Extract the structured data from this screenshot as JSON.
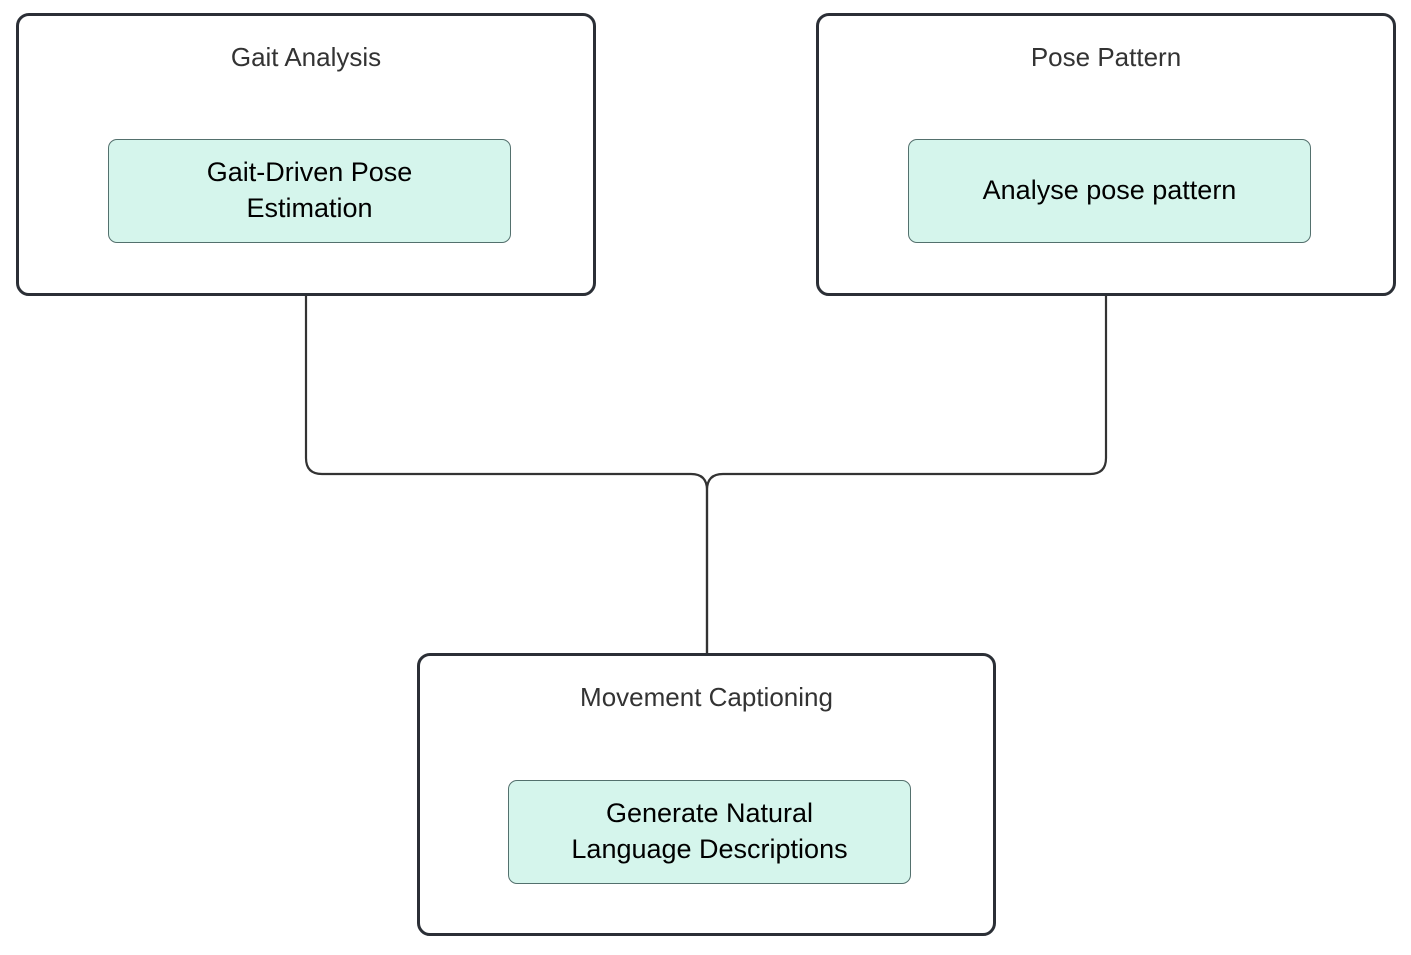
{
  "diagram": {
    "type": "flowchart",
    "direction": "top-down",
    "background_color": "#ffffff",
    "cluster_border_color": "#2b2f36",
    "cluster_fill_color": "#ffffff",
    "node_fill_color": "#d5f5ec",
    "node_border_color": "#53706d",
    "title_text_color": "#333333",
    "node_text_color": "#000000",
    "edge_color": "#333333"
  },
  "clusters": [
    {
      "id": "gait-analysis",
      "title": "Gait Analysis",
      "node": {
        "id": "gait-driven-pose-estimation",
        "label": "Gait-Driven Pose\nEstimation"
      }
    },
    {
      "id": "pose-pattern",
      "title": "Pose Pattern",
      "node": {
        "id": "analyse-pose-pattern",
        "label": "Analyse pose pattern"
      }
    },
    {
      "id": "movement-captioning",
      "title": "Movement Captioning",
      "node": {
        "id": "generate-natural-language-descriptions",
        "label": "Generate Natural\nLanguage Descriptions"
      }
    }
  ],
  "edges": [
    {
      "id": "edge-gait-analysis-to-movement-captioning",
      "from": "gait-analysis",
      "to": "movement-captioning",
      "label": ""
    },
    {
      "id": "edge-pose-pattern-to-movement-captioning",
      "from": "pose-pattern",
      "to": "movement-captioning",
      "label": ""
    }
  ]
}
